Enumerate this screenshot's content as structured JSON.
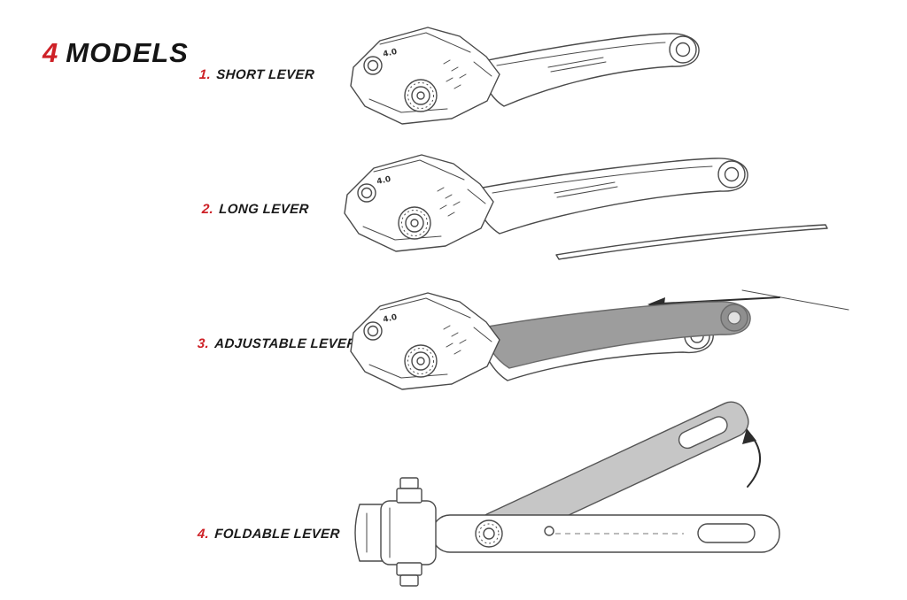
{
  "title": {
    "number": "4",
    "word": "MODELS"
  },
  "models": [
    {
      "number": "1.",
      "label": "SHORT LEVER"
    },
    {
      "number": "2.",
      "label": "LONG LEVER"
    },
    {
      "number": "3.",
      "label": "ADJUSTABLE LEVER"
    },
    {
      "number": "4.",
      "label": "FOLDABLE LEVER"
    }
  ],
  "illustrations": {
    "dial_engraving": "4.0",
    "line_color": "#4a4a4a",
    "adjusted_blade_color": "#9d9d9d",
    "folded_blade_color": "#c6c6c6"
  },
  "colors": {
    "accent_red": "#ce2127",
    "text_black": "#141414",
    "background": "#ffffff"
  }
}
